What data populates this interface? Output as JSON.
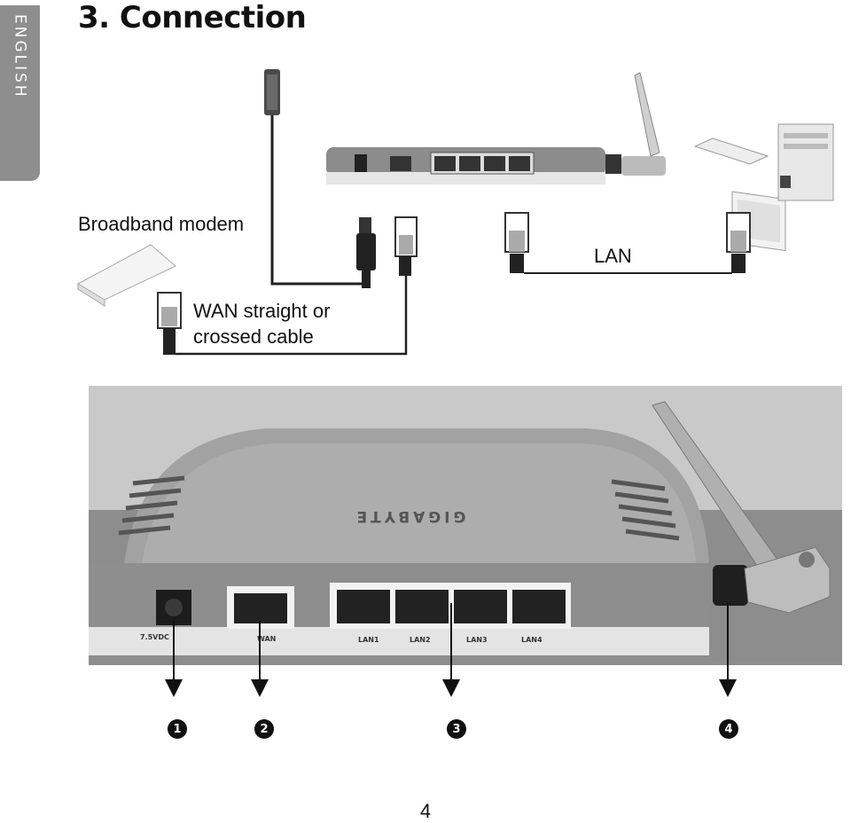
{
  "side_tab": {
    "language": "ENGLISH"
  },
  "title": "3. Connection",
  "diagram": {
    "modem_label": "Broadband modem",
    "wan_label_line1": "WAN straight or",
    "wan_label_line2": "crossed cable",
    "lan_label": "LAN"
  },
  "photo": {
    "brand": "GIGABYTE",
    "power_label": "7.5VDC",
    "wan_port_label": "WAN",
    "lan_port_labels": [
      "LAN1",
      "LAN2",
      "LAN3",
      "LAN4"
    ]
  },
  "callouts": [
    "1",
    "2",
    "3",
    "4"
  ],
  "page_number": "4"
}
